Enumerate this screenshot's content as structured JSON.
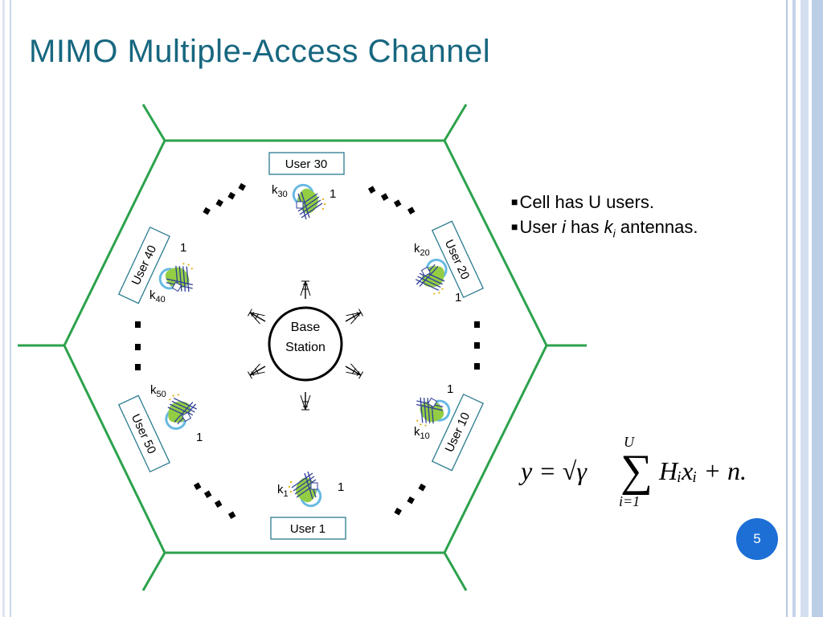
{
  "slide": {
    "title": "MIMO Multiple-Access Channel",
    "page_number": "5"
  },
  "diagram": {
    "base_station": {
      "line1": "Base",
      "line2": "Station"
    },
    "users": [
      {
        "label": "User 30",
        "k": "k",
        "k_sub": "30",
        "one": "1"
      },
      {
        "label": "User 20",
        "k": "k",
        "k_sub": "20",
        "one": "1"
      },
      {
        "label": "User 10",
        "k": "k",
        "k_sub": "10",
        "one": "1"
      },
      {
        "label": "User 1",
        "k": "k",
        "k_sub": "1",
        "one": "1"
      },
      {
        "label": "User  50",
        "k": "k",
        "k_sub": "50",
        "one": "1"
      },
      {
        "label": "User  40",
        "k": "k",
        "k_sub": "40",
        "one": "1"
      }
    ],
    "colors": {
      "cell_border": "#2ca24c",
      "signal": "#67b9e3",
      "antenna": "#2f3f99",
      "phone_body": "#93cd44"
    }
  },
  "bullets": {
    "b1_text": "Cell has U users.",
    "b2_pre": "User ",
    "b2_i": "i",
    "b2_mid": " has ",
    "b2_k": "k",
    "b2_ksub": "i",
    "b2_post": " antennas."
  },
  "formula": {
    "lhs": "y = √γ",
    "sum_upper": "U",
    "sum_lower": "i=1",
    "rhs": "Hᵢxᵢ + n."
  }
}
